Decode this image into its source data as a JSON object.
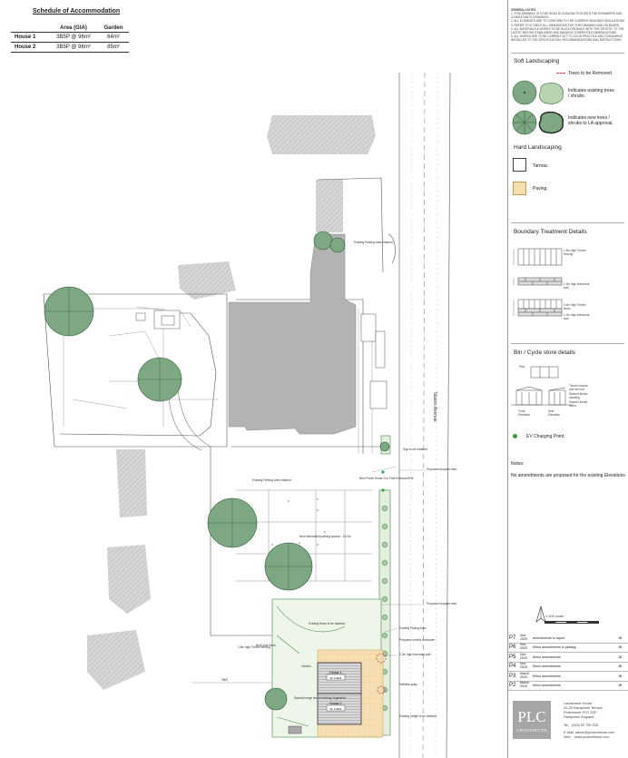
{
  "schedule": {
    "title": "Schedule of Accommodation",
    "headers": [
      "",
      "Area (GIA)",
      "Garden"
    ],
    "rows": [
      {
        "name": "House 1",
        "area": "3B5P @ 96m²",
        "garden": "64m²"
      },
      {
        "name": "House 2",
        "area": "3B5P @ 96m²",
        "garden": "85m²"
      }
    ]
  },
  "general_notes": {
    "title": "GENERAL NOTES",
    "lines": [
      "1. THIS DRAWING IS TO BE READ IN CONJUNCTION WITH THE ENGINEERS AND",
      "CONSULTANTS DRAWINGS.",
      "2. ALL ELEMENTS ARE TO CONFORM TO THE CURRENT BUILDING REGULATIONS.",
      "3. REFER TO & CHECK ALL DIMENSIONS FOR THIS DRAWING AND ON BOARD",
      "4. ALL MATERIALS & WORKS TO BE IN ACCORDANCE WITH THE ON SITE, TO THE",
      "LATEST BRITISH STANDARDS AND MANUFACTURERS RECOMMENDATIONS",
      "5. ALL WORKS ARE TO BE CARRIED OUT TO GOOD PRACTICE AND STANDARDS",
      "INSTALLED TO THE SPECIFICATION, RECOMMENDATIONS AND INSTRUCTIONS."
    ]
  },
  "legend": {
    "soft_title": "Soft Landscaping",
    "trees_removed": "Trees to be Removed",
    "existing_trees": "Indicates existing trees / shrubs.",
    "new_trees": "Indicates new trees / shrubs to LA approval.",
    "hard_title": "Hard Landscaping",
    "tarmac": "Tarmac.",
    "paving": "Paving.",
    "boundary_title": "Boundary Treatment Details",
    "boundary_1": "1.8m high Timber fencing",
    "boundary_2": "1.2m high brickwork wall",
    "boundary_3": "0.6m high Timber fence",
    "boundary_4": "1.2m high brickwork wall",
    "bin_title": "Bin / Cycle store details",
    "bin_plan": "Plan",
    "bin_front": "Front Elevation",
    "bin_side": "Side Elevation",
    "bin_note_1": "Timber boards and felt roof",
    "bin_note_2": "Stained timber cladding",
    "bin_note_3": "Stained timber doors",
    "ev": "EV Charging Point.",
    "notes_title": "Notes:",
    "notes_text": "No amendments are proposed for the existing Elevations",
    "scale": "1:200 scale"
  },
  "revisions": [
    {
      "code": "P7",
      "date": "Nov 2020",
      "desc": "amendments to layout",
      "sig": "JB"
    },
    {
      "code": "P6",
      "date": "Nov 2020",
      "desc": "Minor amendments to parking",
      "sig": "JB"
    },
    {
      "code": "P5",
      "date": "Nov 2020",
      "desc": "Minor amendments",
      "sig": "JB"
    },
    {
      "code": "P4",
      "date": "Nov 2020",
      "desc": "Minor amendments",
      "sig": "JB"
    },
    {
      "code": "P3",
      "date": "March 2020",
      "desc": "Minor amendments",
      "sig": "JB"
    },
    {
      "code": "P2",
      "date": "March 2020",
      "desc": "Minor amendments",
      "sig": "JB"
    }
  ],
  "company": {
    "logo": "PLC",
    "logo_sub": "ARCHITECTS",
    "address": [
      "Lansdowne House",
      "20-26 Hampshire Terrace",
      "Portsmouth PO1 2QF",
      "Hampshire England"
    ],
    "tel_label": "Tel.",
    "tel": "(023) 92 750 333",
    "email_label": "E-Mail",
    "email": "admin@plcarchitects.com",
    "web_label": "Web",
    "web": "www.plcarchitects.com"
  },
  "site": {
    "road": "Stakes Avenue",
    "house1": "House 1",
    "house1_note": "PL 1.0004",
    "house2": "House 2",
    "house2_note": "PL 1.0004",
    "labels": {
      "parking_retained": "Existing Parking Area retained",
      "parking_area": "Existing Parking Area retained",
      "public_house": "New Public House Car Park Entrance/Exit",
      "new_spaces": "New dismantled parking spaces - 16 No.",
      "dropped_kerb_1": "Proposed dropped kerb",
      "dropped_kerb_2": "Proposed dropped kerb",
      "sign": "Sign to be retained",
      "paving_area": "Existing Paving Area",
      "crossover": "Proposed vehicle crossover",
      "boundary_wall": "1.2m high boundary wall",
      "visibility": "Visibility splay",
      "timber_fence": "1.8m high Timber fencing",
      "garden": "Garden",
      "vegetation": "Special hedge line of existing Vegetation",
      "fence_retained": "Existing fence to be retained",
      "bin_store": "Bin/Cycle Store",
      "hedge": "Existing hedge to be retained",
      "dim": "2800"
    }
  },
  "colors": {
    "tree": "#7da883",
    "tree_light": "#b7d3b0",
    "hatch": "#c9c9c9",
    "building": "#b2b2b2",
    "paving": "#f4d9a6",
    "green_fill": "#e8f2e4",
    "red": "#d23c3c",
    "ev": "#3e9b45"
  }
}
